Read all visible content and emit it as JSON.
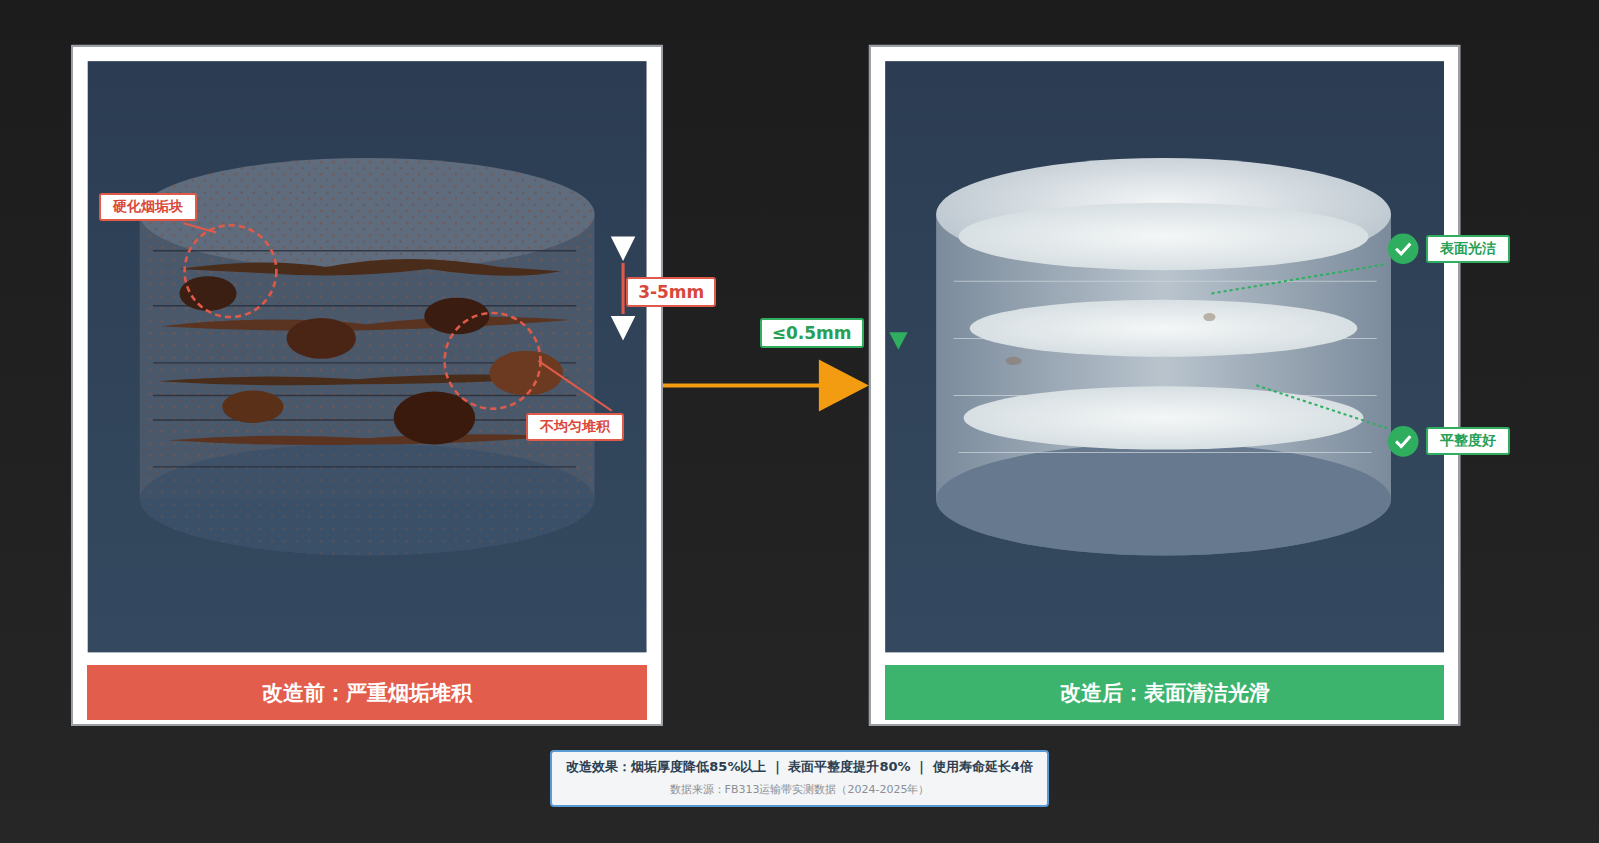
{
  "diagram": {
    "nodes": [
      {
        "text": [
          "改造前：严重烟垢堆积"
        ]
      },
      {
        "text": [
          "硬化烟垢块"
        ],
        "in": 0
      },
      {
        "text": [
          "3-5mm"
        ],
        "in": 0
      },
      {
        "text": [
          "不均匀堆积"
        ],
        "in": 0
      },
      {
        "text": [
          "改造后：表面清洁光滑"
        ]
      },
      {
        "text": [
          "≤0.5mm"
        ]
      },
      {
        "text": [
          "表面光洁"
        ]
      },
      {
        "text": [
          "平整度好"
        ]
      },
      {
        "text": [
          "改造效果：烟垢厚度降低85%以上 ｜ 表面平整度提升80% ｜ 使用寿命延长4倍",
          "数据来源：FB313运输带实测数据（2024-2025年）"
        ]
      }
    ],
    "edges": [
      {
        "from": 0,
        "to": 4,
        "arrow": "to"
      }
    ]
  }
}
